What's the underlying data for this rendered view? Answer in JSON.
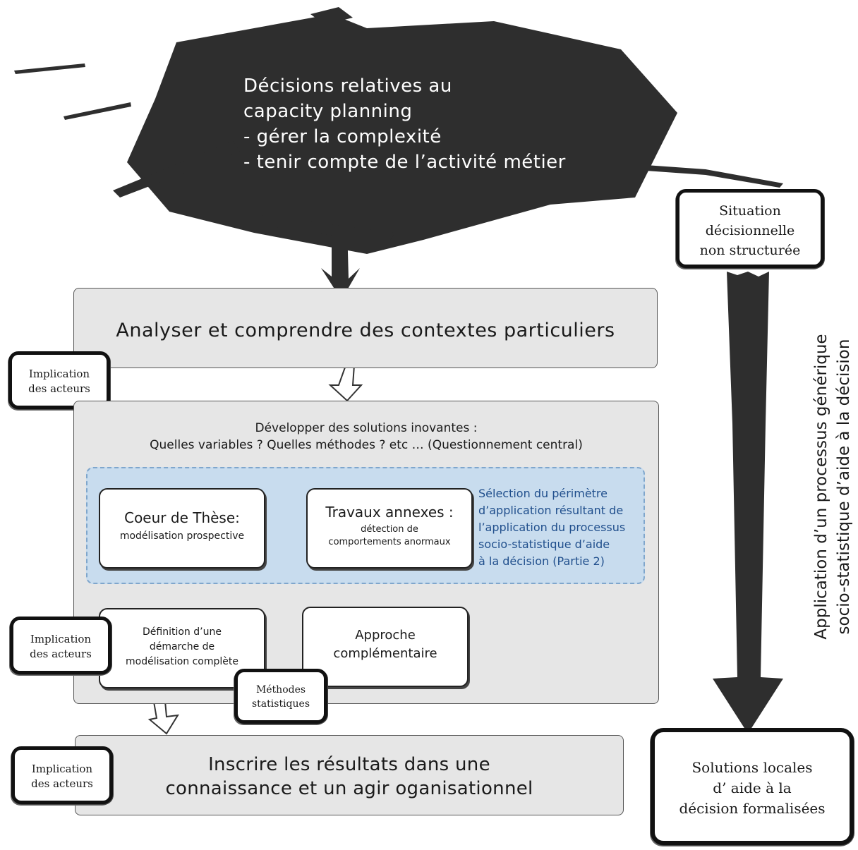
{
  "cloud": {
    "line1": "Décisions relatives au",
    "line2": "capacity planning",
    "line3": "- gérer la complexité",
    "line4": "- tenir compte de l’activité métier"
  },
  "situation_box": {
    "line1": "Situation",
    "line2": "décisionnelle",
    "line3": "non structurée"
  },
  "solutions_box": {
    "line1": "Solutions locales",
    "line2": "d’ aide à la",
    "line3": "décision formalisées"
  },
  "vertical_label": {
    "line1": "Application d’un processus générique",
    "line2": "socio-statistique d’aide à la décision"
  },
  "analyse_panel": {
    "title": "Analyser et comprendre des contextes particuliers"
  },
  "implication": {
    "line1": "Implication",
    "line2": "des acteurs"
  },
  "develop_panel": {
    "title_line1": "Développer des solutions inovantes :",
    "title_line2": "Quelles variables ?  Quelles méthodes ? etc … (Questionnement central)"
  },
  "coeur_box": {
    "title": "Coeur de Thèse:",
    "subtitle": "modélisation prospective"
  },
  "travaux_box": {
    "title": "Travaux annexes :",
    "subtitle_line1": "détection de",
    "subtitle_line2": "comportements anormaux"
  },
  "selection_text": {
    "line1": "Sélection du périmètre",
    "line2": "d’application résultant de",
    "line3": "l’application du processus",
    "line4": "socio-statistique d’aide",
    "line5": "à la décision (Partie 2)"
  },
  "definition_box": {
    "line1": "Définition d’une",
    "line2": "démarche de",
    "line3": "modélisation complète"
  },
  "approche_box": {
    "line1": "Approche",
    "line2": "complémentaire"
  },
  "methodes_box": {
    "line1": "Méthodes",
    "line2": "statistiques"
  },
  "inscrire_panel": {
    "line1": "Inscrire les résultats dans une",
    "line2": "connaissance et un agir oganisationnel"
  },
  "colors": {
    "panel_bg": "#e6e6e6",
    "blue_zone": "#c8dcee",
    "blue_text": "#1f4e8c",
    "scribble": "#2b2b2b"
  }
}
